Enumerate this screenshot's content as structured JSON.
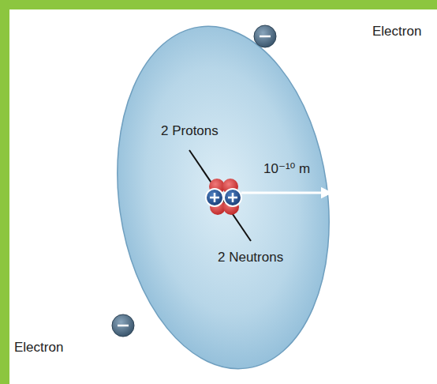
{
  "diagram": {
    "labels": [
      "Electron",
      "2 Protons",
      "10⁻¹⁰ m",
      "2 Neutrons",
      "Electron"
    ]
  }
}
